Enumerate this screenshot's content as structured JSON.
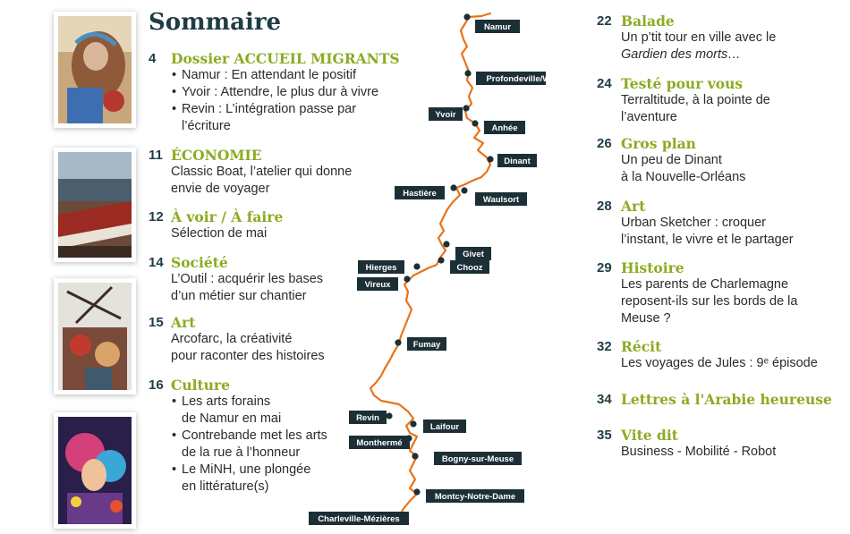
{
  "title": "Sommaire",
  "left": [
    {
      "num": "4",
      "head": "Dossier ACCUEIL MIGRANTS",
      "items": [
        {
          "type": "bullet",
          "text": "Namur : En attendant le positif"
        },
        {
          "type": "bullet",
          "text": "Yvoir : Attendre, le plus dur à vivre"
        },
        {
          "type": "bullet",
          "text": "Revin : L’intégration passe par"
        },
        {
          "type": "cont",
          "text": "l’écriture"
        }
      ]
    },
    {
      "num": "11",
      "head": "ÉCONOMIE",
      "items": [
        {
          "type": "line",
          "text": "Classic Boat, l’atelier qui donne"
        },
        {
          "type": "line",
          "text": "envie de voyager"
        }
      ]
    },
    {
      "num": "12",
      "head": "À voir / À faire",
      "items": [
        {
          "type": "line",
          "text": "Sélection de mai"
        }
      ]
    },
    {
      "num": "14",
      "head": "Société",
      "items": [
        {
          "type": "line",
          "text": "L’Outil : acquérir les bases"
        },
        {
          "type": "line",
          "text": "d’un métier sur chantier"
        }
      ]
    },
    {
      "num": "15",
      "head": "Art",
      "items": [
        {
          "type": "line",
          "text": "Arcofarc, la créativité"
        },
        {
          "type": "line",
          "text": "pour raconter des histoires"
        }
      ]
    },
    {
      "num": "16",
      "head": "Culture",
      "items": [
        {
          "type": "bullet",
          "text": "Les arts forains"
        },
        {
          "type": "cont",
          "text": "de Namur en mai"
        },
        {
          "type": "bullet",
          "text": "Contrebande met les arts"
        },
        {
          "type": "cont",
          "text": "de la rue à l’honneur"
        },
        {
          "type": "bullet",
          "text": "Le MiNH, une plongée"
        },
        {
          "type": "cont",
          "text": "en littérature(s)"
        }
      ]
    }
  ],
  "right": [
    {
      "num": "22",
      "head": "Balade",
      "items": [
        {
          "type": "line",
          "text": "Un p’tit tour en ville avec le"
        },
        {
          "type": "line",
          "style": "italic",
          "text": "Gardien des morts…"
        }
      ]
    },
    {
      "num": "24",
      "head": "Testé pour vous",
      "items": [
        {
          "type": "line",
          "text": "Terraltitude, à la pointe de"
        },
        {
          "type": "line",
          "text": "l’aventure"
        }
      ]
    },
    {
      "num": "26",
      "head": "Gros plan",
      "items": [
        {
          "type": "line",
          "text": "Un peu de Dinant"
        },
        {
          "type": "line",
          "text": "à la Nouvelle-Orléans"
        }
      ]
    },
    {
      "num": "28",
      "head": "Art",
      "items": [
        {
          "type": "line",
          "text": "Urban Sketcher : croquer"
        },
        {
          "type": "line",
          "text": "l’instant, le vivre et le partager"
        }
      ]
    },
    {
      "num": "29",
      "head": "Histoire",
      "items": [
        {
          "type": "line",
          "text": "Les parents de Charlemagne"
        },
        {
          "type": "line",
          "text": "reposent-ils sur les bords de la"
        },
        {
          "type": "line",
          "text": "Meuse ?"
        }
      ]
    },
    {
      "num": "32",
      "head": "Récit",
      "items": [
        {
          "type": "line",
          "text": "Les voyages de Jules : 9ᵉ épisode"
        }
      ]
    },
    {
      "num": "34",
      "head": "Lettres à l'Arabie heureuse",
      "items": []
    },
    {
      "num": "35",
      "head": "Vite dit",
      "items": [
        {
          "type": "line",
          "text": "Business - Mobilité - Robot"
        }
      ]
    }
  ],
  "map": {
    "river_color": "#e8731a",
    "label_bg": "#1c2f36",
    "cities": [
      "Namur",
      "Profondeville/Wépion",
      "Yvoir",
      "Anhée",
      "Dinant",
      "Hastière",
      "Waulsort",
      "Givet",
      "Hierges",
      "Chooz",
      "Vireux",
      "Fumay",
      "Revin",
      "Laifour",
      "Monthermé",
      "Bogny-sur-Meuse",
      "Montcy-Notre-Dame",
      "Charleville-Mézières"
    ]
  },
  "colors": {
    "accent": "#8cab22",
    "number": "#1f3d45"
  }
}
